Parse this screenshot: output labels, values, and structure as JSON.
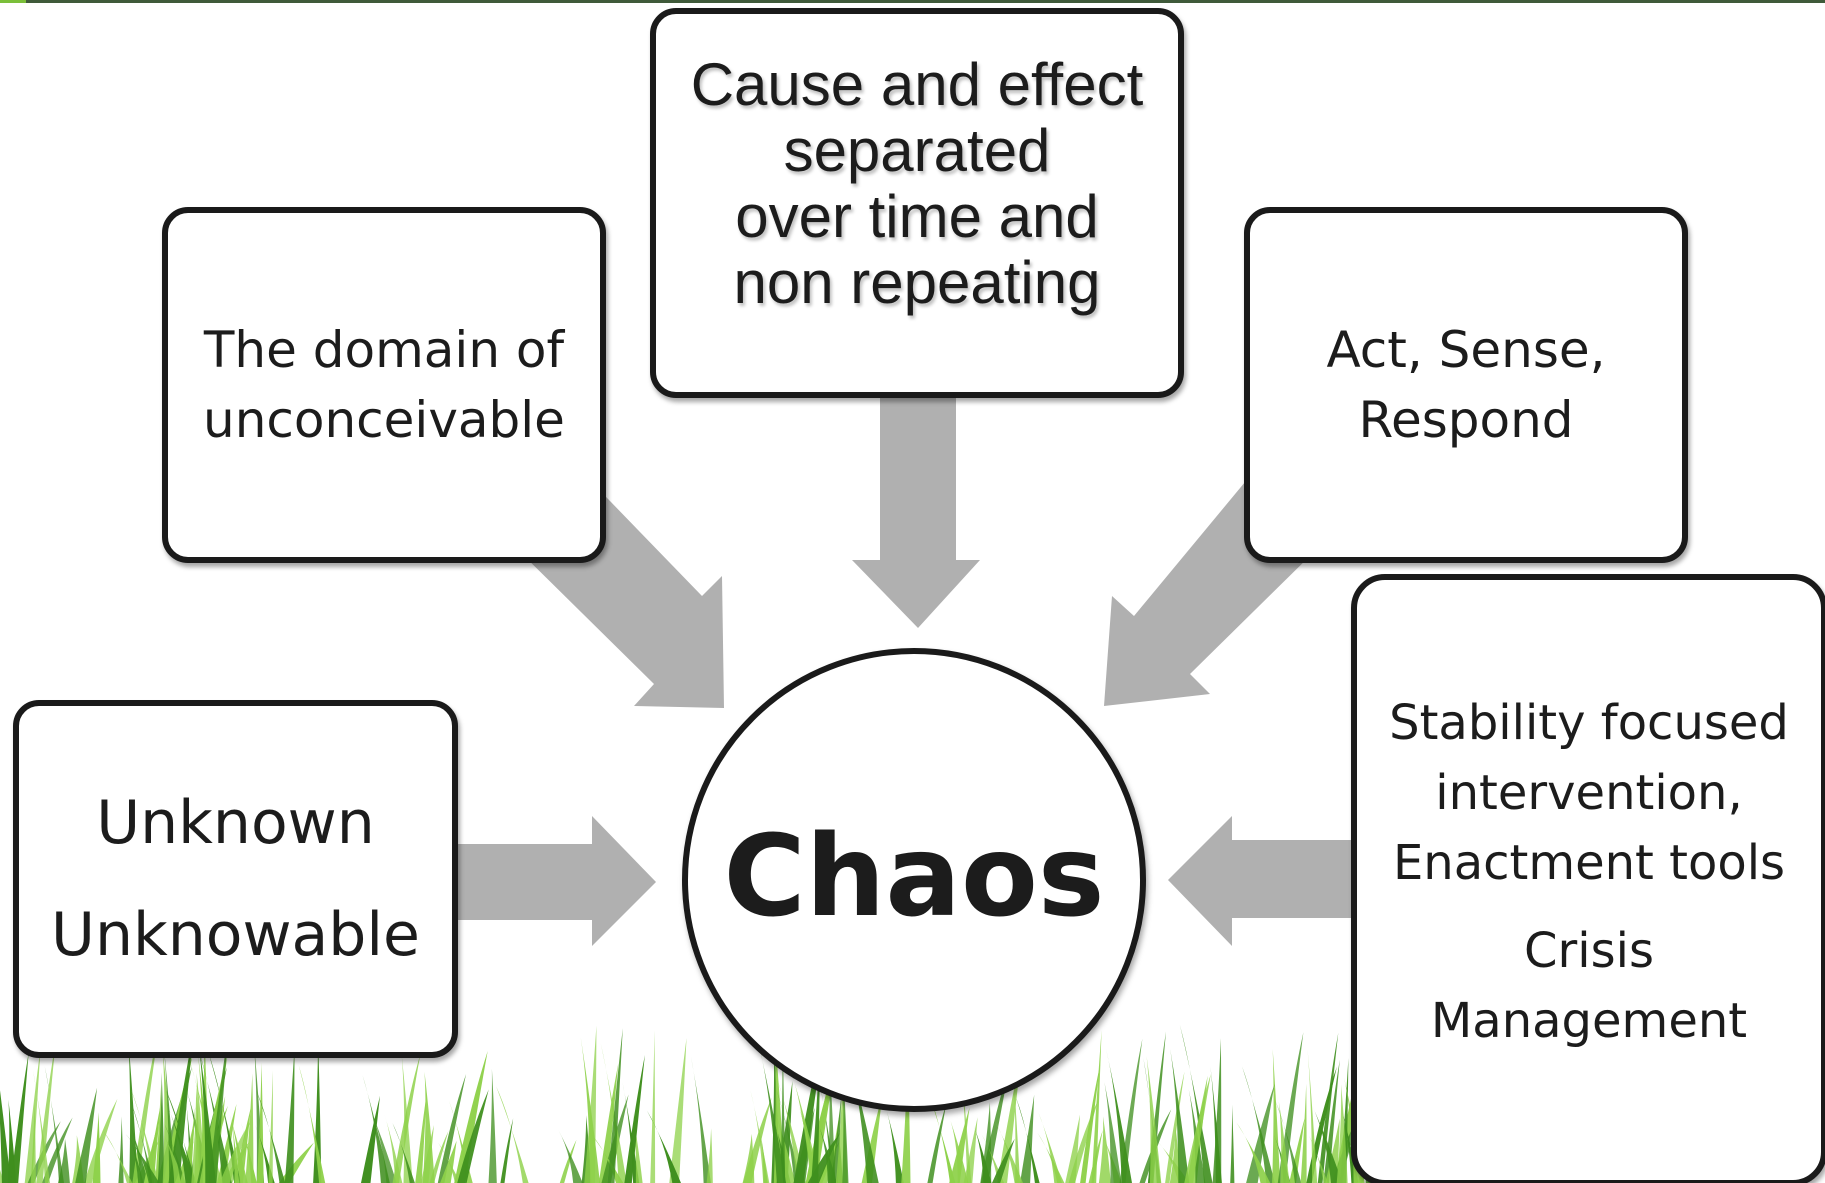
{
  "diagram": {
    "center": {
      "label": "Chaos"
    },
    "boxes": {
      "cause": "Cause and effect\nseparated\nover time and\nnon repeating",
      "domain": "The domain of\nunconceivable",
      "act": "Act, Sense,\nRespond",
      "unknown": "Unknown\nUnknowable",
      "stability_main": "Stability focused\nintervention,\nEnactment tools",
      "stability_crisis": "Crisis\nManagement"
    },
    "colors": {
      "arrow": "#b0b0b0",
      "border": "#1a1a1a",
      "grass_light": "#8ed14a",
      "grass_dark": "#3f8f1e",
      "top_rule": "#3f5a3a"
    }
  }
}
